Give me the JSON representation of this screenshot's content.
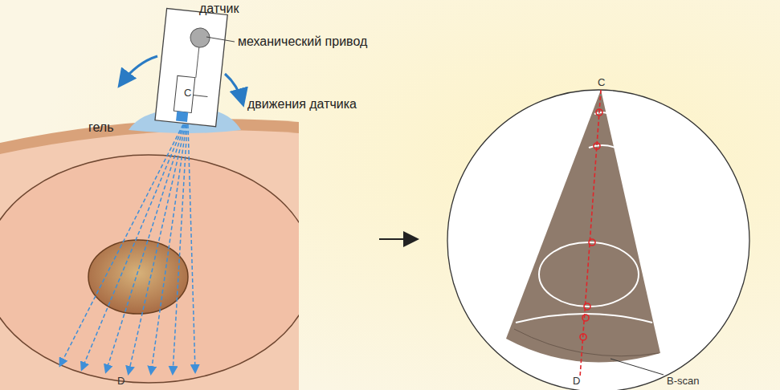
{
  "diagram": {
    "labels": [
      "датчик",
      "механический привод",
      "гель",
      "движения датчика",
      "C",
      "D",
      "C",
      "D",
      "B-scan"
    ]
  }
}
